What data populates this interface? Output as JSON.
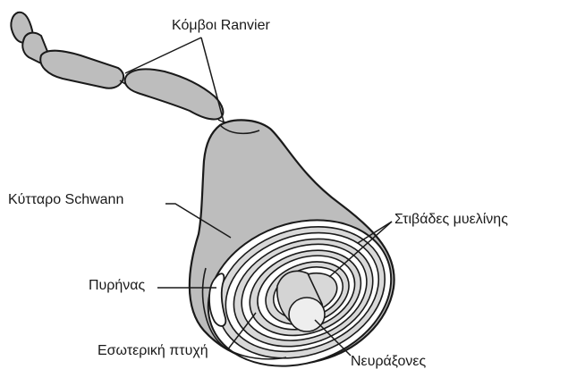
{
  "labels": {
    "nodes_of_ranvier": "Κόμβοι Ranvier",
    "schwann_cell": "Κύτταρο Schwann",
    "myelin_layers": "Στιβάδες μυελίνης",
    "nucleus": "Πυρήνας",
    "inner_fold": "Εσωτερική πτυχή",
    "axon": "Νευράξονες"
  },
  "colors": {
    "cell_fill": "#bdbdbd",
    "axon_fill": "#d4d4d4",
    "outline": "#1a1a1a",
    "background": "#ffffff"
  }
}
